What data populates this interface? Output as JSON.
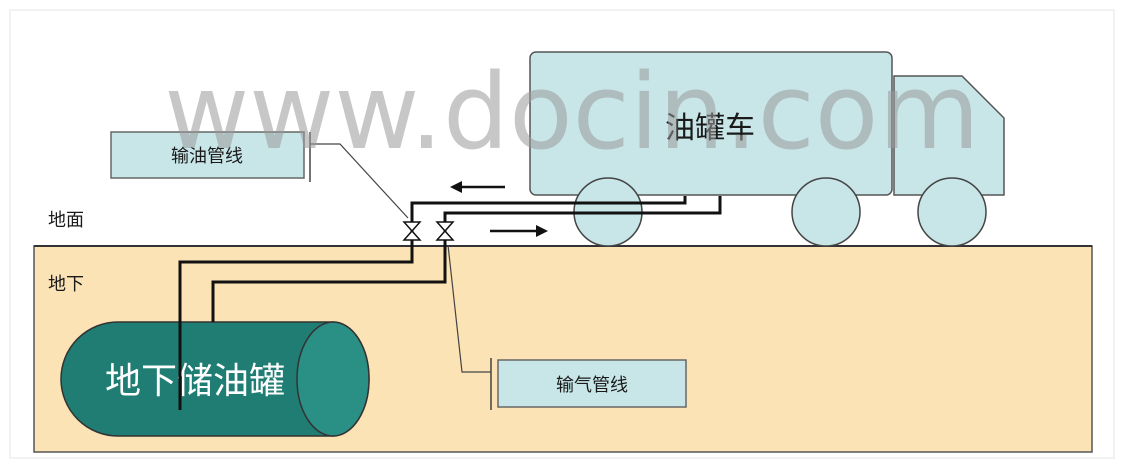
{
  "watermark": "www.docin.com",
  "labels": {
    "truck": "油罐车",
    "oil_pipeline": "输油管线",
    "ground": "地面",
    "underground": "地下",
    "storage_tank": "地下储油罐",
    "vapor_pipeline": "输气管线"
  },
  "colors": {
    "ground_fill": "#fbe3b5",
    "truck_fill": "#c8e6e8",
    "tank_fill": "#1f7d73",
    "box_fill": "#c8e6e8",
    "line": "#111111"
  }
}
